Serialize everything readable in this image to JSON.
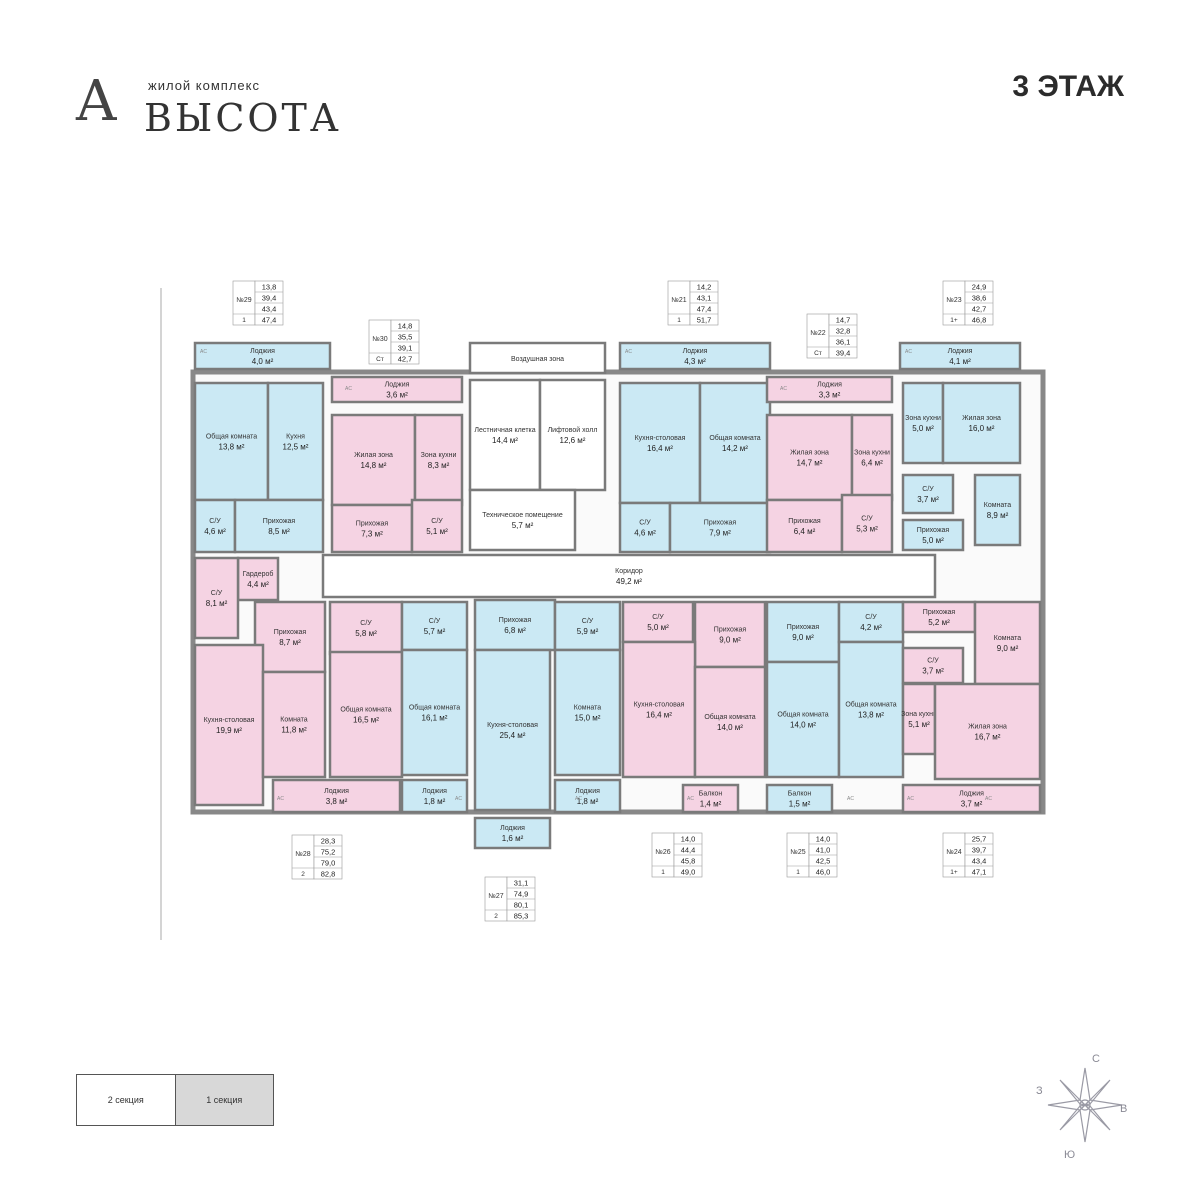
{
  "brand": {
    "monogram": "A",
    "subtitle": "жилой комплекс",
    "name": "ВЫСОТА"
  },
  "floor_title": "3 ЭТАЖ",
  "colors": {
    "blue": "#cbe9f4",
    "pink": "#f5d3e3",
    "wall": "#7a7a7a"
  },
  "rooms": [
    {
      "id": "r1",
      "name": "Лоджия",
      "area": "4,0 м²",
      "c": "b"
    },
    {
      "id": "r2",
      "name": "Общая комната",
      "area": "13,8 м²",
      "c": "b"
    },
    {
      "id": "r3",
      "name": "Кухня",
      "area": "12,5 м²",
      "c": "b"
    },
    {
      "id": "r4",
      "name": "С/У",
      "area": "4,6 м²",
      "c": "b"
    },
    {
      "id": "r5",
      "name": "Прихожая",
      "area": "8,5 м²",
      "c": "b"
    },
    {
      "id": "r6",
      "name": "Лоджия",
      "area": "3,6 м²",
      "c": "p"
    },
    {
      "id": "r7",
      "name": "Жилая зона",
      "area": "14,8 м²",
      "c": "p"
    },
    {
      "id": "r8",
      "name": "Зона кухни",
      "area": "8,3 м²",
      "c": "p"
    },
    {
      "id": "r9",
      "name": "Прихожая",
      "area": "7,3 м²",
      "c": "p"
    },
    {
      "id": "r10",
      "name": "С/У",
      "area": "5,1 м²",
      "c": "p"
    },
    {
      "id": "r11",
      "name": "Воздушная зона",
      "area": "",
      "c": "w"
    },
    {
      "id": "r12",
      "name": "Лестничная клетка",
      "area": "14,4 м²",
      "c": "w"
    },
    {
      "id": "r13",
      "name": "Лифтовой холл",
      "area": "12,6 м²",
      "c": "w"
    },
    {
      "id": "r14",
      "name": "Техническое помещение",
      "area": "5,7 м²",
      "c": "w"
    },
    {
      "id": "r15",
      "name": "Коридор",
      "area": "49,2 м²",
      "c": "w"
    },
    {
      "id": "r16",
      "name": "Лоджия",
      "area": "4,3 м²",
      "c": "b"
    },
    {
      "id": "r17",
      "name": "Кухня-столовая",
      "area": "16,4 м²",
      "c": "b"
    },
    {
      "id": "r18",
      "name": "Общая комната",
      "area": "14,2 м²",
      "c": "b"
    },
    {
      "id": "r19",
      "name": "С/У",
      "area": "4,6 м²",
      "c": "b"
    },
    {
      "id": "r20",
      "name": "Прихожая",
      "area": "7,9 м²",
      "c": "b"
    },
    {
      "id": "r21",
      "name": "Лоджия",
      "area": "3,3 м²",
      "c": "p"
    },
    {
      "id": "r22",
      "name": "Жилая зона",
      "area": "14,7 м²",
      "c": "p"
    },
    {
      "id": "r23",
      "name": "Зона кухни",
      "area": "6,4 м²",
      "c": "p"
    },
    {
      "id": "r24",
      "name": "Прихожая",
      "area": "6,4 м²",
      "c": "p"
    },
    {
      "id": "r25",
      "name": "С/У",
      "area": "5,3 м²",
      "c": "p"
    },
    {
      "id": "r26",
      "name": "Лоджия",
      "area": "4,1 м²",
      "c": "b"
    },
    {
      "id": "r27",
      "name": "Зона кухни",
      "area": "5,0 м²",
      "c": "b"
    },
    {
      "id": "r28",
      "name": "Жилая зона",
      "area": "16,0 м²",
      "c": "b"
    },
    {
      "id": "r29",
      "name": "С/У",
      "area": "3,7 м²",
      "c": "b"
    },
    {
      "id": "r30",
      "name": "Комната",
      "area": "8,9 м²",
      "c": "b"
    },
    {
      "id": "r31",
      "name": "Прихожая",
      "area": "5,0 м²",
      "c": "b"
    },
    {
      "id": "r32",
      "name": "Гардероб",
      "area": "4,4 м²",
      "c": "p"
    },
    {
      "id": "r33",
      "name": "С/У",
      "area": "8,1 м²",
      "c": "p"
    },
    {
      "id": "r34",
      "name": "Прихожая",
      "area": "8,7 м²",
      "c": "p"
    },
    {
      "id": "r35",
      "name": "Кухня-столовая",
      "area": "19,9 м²",
      "c": "p"
    },
    {
      "id": "r36",
      "name": "Комната",
      "area": "11,8 м²",
      "c": "p"
    },
    {
      "id": "r37",
      "name": "С/У",
      "area": "5,8 м²",
      "c": "p"
    },
    {
      "id": "r38",
      "name": "Общая комната",
      "area": "16,5 м²",
      "c": "p"
    },
    {
      "id": "r39",
      "name": "Лоджия",
      "area": "3,8 м²",
      "c": "p"
    },
    {
      "id": "r40",
      "name": "С/У",
      "area": "5,7 м²",
      "c": "b"
    },
    {
      "id": "r41",
      "name": "Общая комната",
      "area": "16,1 м²",
      "c": "b"
    },
    {
      "id": "r42",
      "name": "Лоджия",
      "area": "1,8 м²",
      "c": "b"
    },
    {
      "id": "r43",
      "name": "Прихожая",
      "area": "6,8 м²",
      "c": "b"
    },
    {
      "id": "r44",
      "name": "Кухня-столовая",
      "area": "25,4 м²",
      "c": "b"
    },
    {
      "id": "r45",
      "name": "Лоджия",
      "area": "1,6 м²",
      "c": "b"
    },
    {
      "id": "r46",
      "name": "С/У",
      "area": "5,9 м²",
      "c": "b"
    },
    {
      "id": "r47",
      "name": "Комната",
      "area": "15,0 м²",
      "c": "b"
    },
    {
      "id": "r48",
      "name": "Лоджия",
      "area": "1,8 м²",
      "c": "b"
    },
    {
      "id": "r49",
      "name": "С/У",
      "area": "5,0 м²",
      "c": "p"
    },
    {
      "id": "r50",
      "name": "Прихожая",
      "area": "9,0 м²",
      "c": "p"
    },
    {
      "id": "r51",
      "name": "Кухня-столовая",
      "area": "16,4 м²",
      "c": "p"
    },
    {
      "id": "r52",
      "name": "Общая комната",
      "area": "14,0 м²",
      "c": "p"
    },
    {
      "id": "r53",
      "name": "Балкон",
      "area": "1,4 м²",
      "c": "p"
    },
    {
      "id": "r54",
      "name": "Прихожая",
      "area": "9,0 м²",
      "c": "b"
    },
    {
      "id": "r55",
      "name": "С/У",
      "area": "4,2 м²",
      "c": "b"
    },
    {
      "id": "r56",
      "name": "Общая комната",
      "area": "14,0 м²",
      "c": "b"
    },
    {
      "id": "r57",
      "name": "Общая комната",
      "area": "13,8 м²",
      "c": "b"
    },
    {
      "id": "r58",
      "name": "Балкон",
      "area": "1,5 м²",
      "c": "b"
    },
    {
      "id": "r59",
      "name": "Прихожая",
      "area": "5,2 м²",
      "c": "p"
    },
    {
      "id": "r60",
      "name": "Комната",
      "area": "9,0 м²",
      "c": "p"
    },
    {
      "id": "r61",
      "name": "С/У",
      "area": "3,7 м²",
      "c": "p"
    },
    {
      "id": "r62",
      "name": "Зона кухни",
      "area": "5,1 м²",
      "c": "p"
    },
    {
      "id": "r63",
      "name": "Жилая зона",
      "area": "16,7 м²",
      "c": "p"
    },
    {
      "id": "r64",
      "name": "Лоджия",
      "area": "3,7 м²",
      "c": "p"
    }
  ],
  "apartments": [
    {
      "id": "a29",
      "no": "№29",
      "rooms": "1",
      "v": [
        "13,8",
        "39,4",
        "43,4",
        "47,4"
      ]
    },
    {
      "id": "a30",
      "no": "№30",
      "rooms": "Ст",
      "v": [
        "14,8",
        "35,5",
        "39,1",
        "42,7"
      ]
    },
    {
      "id": "a21",
      "no": "№21",
      "rooms": "1",
      "v": [
        "14,2",
        "43,1",
        "47,4",
        "51,7"
      ]
    },
    {
      "id": "a22",
      "no": "№22",
      "rooms": "Ст",
      "v": [
        "14,7",
        "32,8",
        "36,1",
        "39,4"
      ]
    },
    {
      "id": "a23",
      "no": "№23",
      "rooms": "1+",
      "v": [
        "24,9",
        "38,6",
        "42,7",
        "46,8"
      ]
    },
    {
      "id": "a28",
      "no": "№28",
      "rooms": "2",
      "v": [
        "28,3",
        "75,2",
        "79,0",
        "82,8"
      ]
    },
    {
      "id": "a27",
      "no": "№27",
      "rooms": "2",
      "v": [
        "31,1",
        "74,9",
        "80,1",
        "85,3"
      ]
    },
    {
      "id": "a26",
      "no": "№26",
      "rooms": "1",
      "v": [
        "14,0",
        "44,4",
        "45,8",
        "49,0"
      ]
    },
    {
      "id": "a25",
      "no": "№25",
      "rooms": "1",
      "v": [
        "14,0",
        "41,0",
        "42,5",
        "46,0"
      ]
    },
    {
      "id": "a24",
      "no": "№24",
      "rooms": "1+",
      "v": [
        "25,7",
        "39,7",
        "43,4",
        "47,1"
      ]
    }
  ],
  "ac_label": "AC",
  "tabs": [
    {
      "label": "2 секция",
      "active": false
    },
    {
      "label": "1 секция",
      "active": true
    }
  ],
  "compass": {
    "n": "С",
    "s": "Ю",
    "e": "В",
    "w": "З"
  }
}
